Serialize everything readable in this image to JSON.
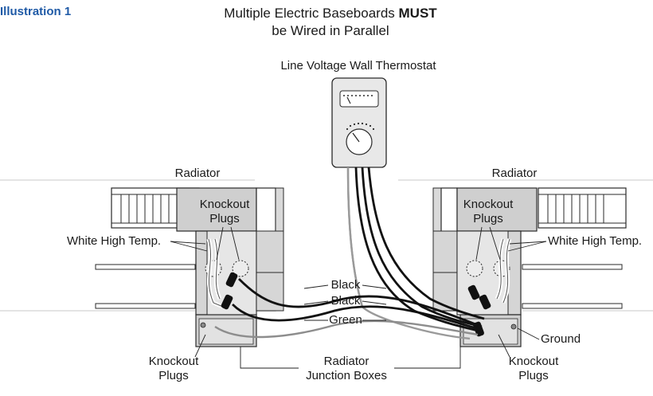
{
  "header": {
    "illustration": "Illustration 1",
    "title_line1_prefix": "Multiple Electric Baseboards ",
    "title_line1_bold": "MUST",
    "title_line2": "be Wired in Parallel"
  },
  "labels": {
    "thermostat": "Line Voltage Wall Thermostat",
    "radiator_left": "Radiator",
    "radiator_right": "Radiator",
    "knockout_left_top_1": "Knockout",
    "knockout_left_top_2": "Plugs",
    "knockout_right_top_1": "Knockout",
    "knockout_right_top_2": "Plugs",
    "white_left": "White High Temp.",
    "white_right": "White High Temp.",
    "black_1": "Black",
    "black_2": "Black",
    "green": "Green",
    "ground": "Ground",
    "knockout_left_bottom_1": "Knockout",
    "knockout_left_bottom_2": "Plugs",
    "knockout_right_bottom_1": "Knockout",
    "knockout_right_bottom_2": "Plugs",
    "junction_1": "Radiator",
    "junction_2": "Junction Boxes"
  },
  "colors": {
    "title_accent": "#1f5aa6",
    "fin_gray": "#b9b9b9",
    "box_gray": "#cfcfcf",
    "wire_black": "#111111",
    "wire_gray": "#9a9a9a"
  }
}
